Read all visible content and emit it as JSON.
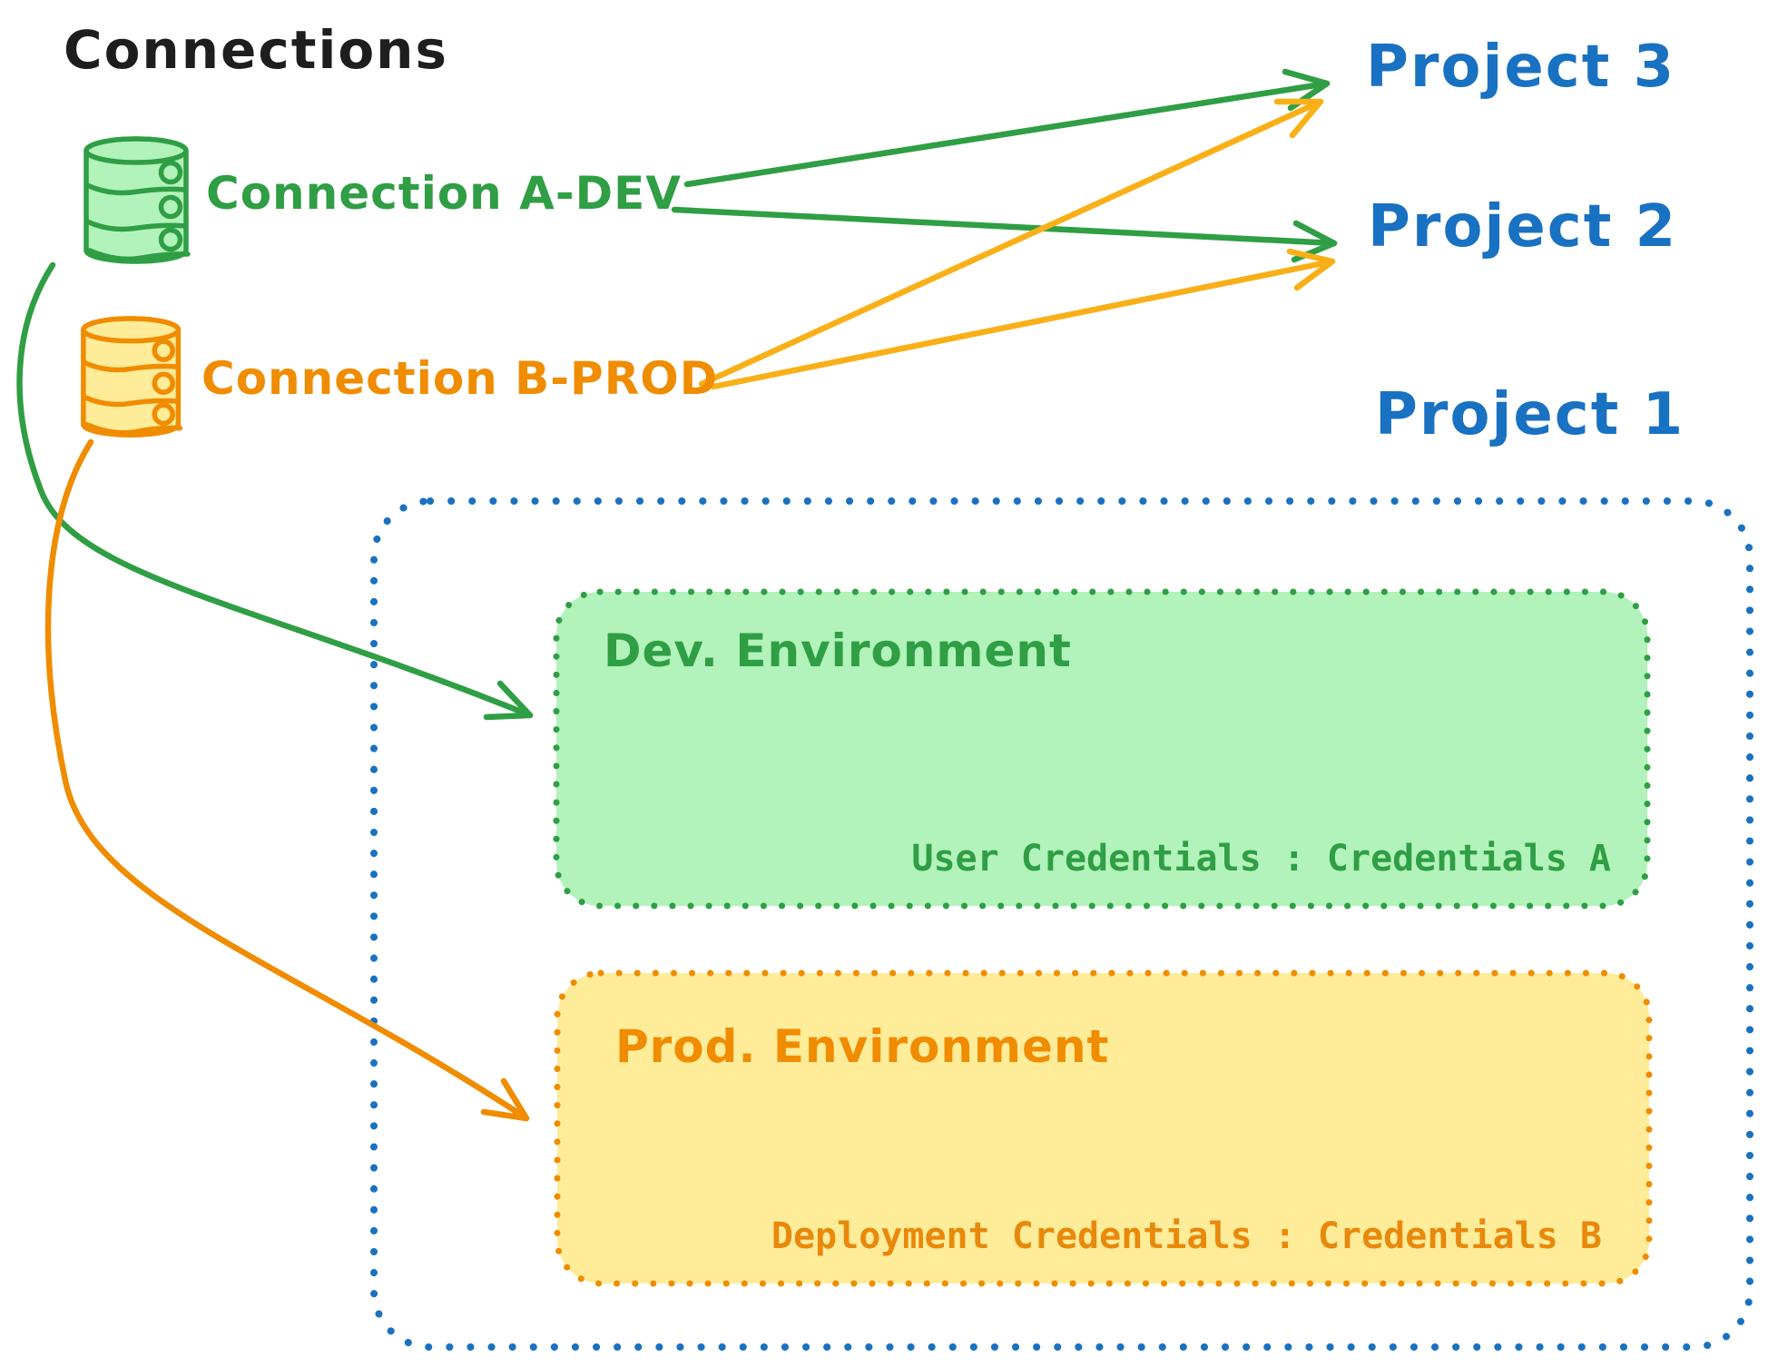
{
  "title": "Connections",
  "connections": [
    {
      "label": "Connection A-DEV",
      "color": "#2f9e44",
      "icon": "database-icon"
    },
    {
      "label": "Connection B-PROD",
      "color": "#f08c00",
      "icon": "database-icon"
    }
  ],
  "projects": [
    {
      "label": "Project 3"
    },
    {
      "label": "Project 2"
    },
    {
      "label": "Project 1"
    }
  ],
  "project1_detail": {
    "dev_env": {
      "title": "Dev. Environment",
      "credentials_line": "User Credentials : Credentials A"
    },
    "prod_env": {
      "title": "Prod. Environment",
      "credentials_line": "Deployment Credentials : Credentials B"
    }
  },
  "links": [
    {
      "from": "Connection A-DEV",
      "to": "Project 3"
    },
    {
      "from": "Connection A-DEV",
      "to": "Project 2"
    },
    {
      "from": "Connection B-PROD",
      "to": "Project 3"
    },
    {
      "from": "Connection B-PROD",
      "to": "Project 2"
    },
    {
      "from": "Connection A-DEV",
      "to": "Project 1 Dev. Environment"
    },
    {
      "from": "Connection B-PROD",
      "to": "Project 1 Prod. Environment"
    }
  ],
  "colors": {
    "blue": "#1971c2",
    "green": "#2f9e44",
    "green_fill": "#b2f2bb",
    "orange": "#f08c00",
    "orange_fill": "#ffec99",
    "ink": "#1e1e1e"
  }
}
